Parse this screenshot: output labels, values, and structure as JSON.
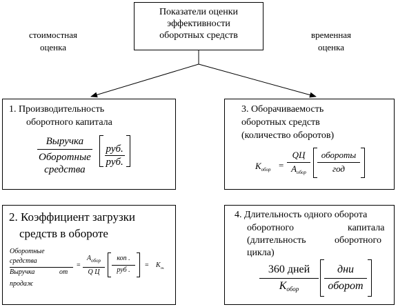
{
  "top_box": {
    "line1": "Показатели оценки",
    "line2": "эффективности",
    "line3": "оборотных средств"
  },
  "left_label": {
    "line1": "стоимостная",
    "line2": "оценка"
  },
  "right_label": {
    "line1": "временная",
    "line2": "оценка"
  },
  "box1": {
    "line1": "1. Производительность",
    "line2": "оборотного капитала",
    "formula": {
      "num": "Выручка",
      "den1": "Оборотные",
      "den2": "средства",
      "unit_num": "руб.",
      "unit_den": "руб."
    }
  },
  "box2": {
    "line1": "2. Коэффициент загрузки",
    "line2": "средств в обороте",
    "formula": {
      "num1": "Оборотные",
      "num2": "средства",
      "den1": "Выручка",
      "den2": "от",
      "den3": "продаж",
      "eq1": "=",
      "mid_num": "А",
      "mid_num_sub": "обор",
      "mid_den": "Q Ц",
      "unit_num": "коп .",
      "unit_den": "руб .",
      "eq2": "=",
      "result": "К",
      "result_sub": "зн."
    }
  },
  "box3": {
    "line1": "3. Оборачиваемость",
    "line2": "оборотных средств",
    "line3": "(количество оборотов)",
    "formula": {
      "lhs": "К",
      "lhs_sub": "обор",
      "eq": "=",
      "num": "QЦ",
      "den": "А",
      "den_sub": "обор",
      "unit_num": "обороты",
      "unit_den": "год"
    }
  },
  "box4": {
    "line1": "4. Длительность одного оборота",
    "line2a": "оборотного",
    "line2b": "капитала",
    "line3a": "(длительность",
    "line3b": "оборотного",
    "line4": "цикла)",
    "formula": {
      "num": "360 дней",
      "den": "К",
      "den_sub": "обор",
      "unit_num": "дни",
      "unit_den": "оборот"
    }
  }
}
